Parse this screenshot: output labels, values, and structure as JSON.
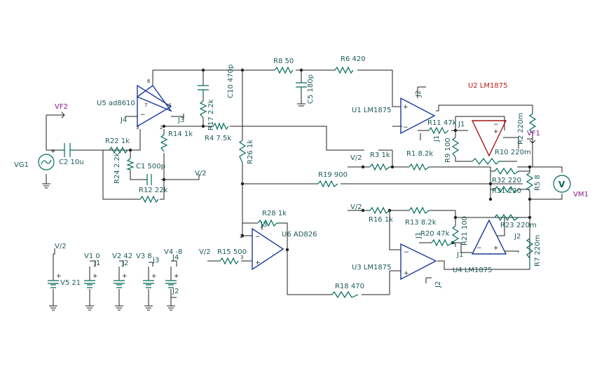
{
  "colors": {
    "wire": "#1f1f1f",
    "component": "#006b5a",
    "label": "#1d5a5a",
    "opamp_main": "#1a3a9c",
    "opamp_u2": "#a11717",
    "probe_label": "#8a1a8a",
    "u2_label": "#c21a1a"
  },
  "opamps": {
    "u5": "U5 ad8610",
    "u1": "U1 LM1875",
    "u2": "U2 LM1875",
    "u6": "U6 AD826",
    "u3": "U3 LM1875",
    "u4": "U4 LM1875"
  },
  "resistors": {
    "r8": "R8 50",
    "r6": "R6 420",
    "r22": "R22 1k",
    "r24": "R24 2.2k",
    "r14": "R14 1k",
    "r17": "R17 2.2k",
    "r4": "R4 7.5k",
    "r26": "R26 1k",
    "r12": "R12 22k",
    "r19": "R19 900",
    "r3": "R3 1k",
    "r1": "R1 8.2k",
    "r11": "R11 47k",
    "r9": "R9 100",
    "r2": "R2 220m",
    "r10": "R10 220m",
    "r32": "R32 220",
    "r31": "R31 220",
    "r5": "R5 8",
    "r28": "R28 1k",
    "r15": "R15 500",
    "r16": "R16 1k",
    "r13": "R13 8.2k",
    "r20": "R20 47k",
    "r21": "R21 100",
    "r23": "R23 220m",
    "r7": "R7 220m",
    "r18": "R18 470"
  },
  "capacitors": {
    "c2": "C2 10u",
    "c1": "C1 500p",
    "c10": "C10 470p",
    "c5": "C5 180p"
  },
  "sources": {
    "vg1": "VG1",
    "vf2": "VF2",
    "vf1": "VF1",
    "vm1": "VM1",
    "vm1_symbol": "V",
    "v5": "V5 21",
    "v1": "V1 0",
    "v2": "V2 42",
    "v3": "V3 8",
    "v4": "V4 -8"
  },
  "nodes": {
    "vhalf": "V/2",
    "j1": "J1",
    "j2": "J2",
    "j3": "J3",
    "j4": "J4"
  },
  "pins": {
    "p2": "2",
    "p3": "3",
    "p4": "4",
    "p6": "6",
    "p7": "7"
  },
  "signs": {
    "plus": "+",
    "minus": "−"
  }
}
